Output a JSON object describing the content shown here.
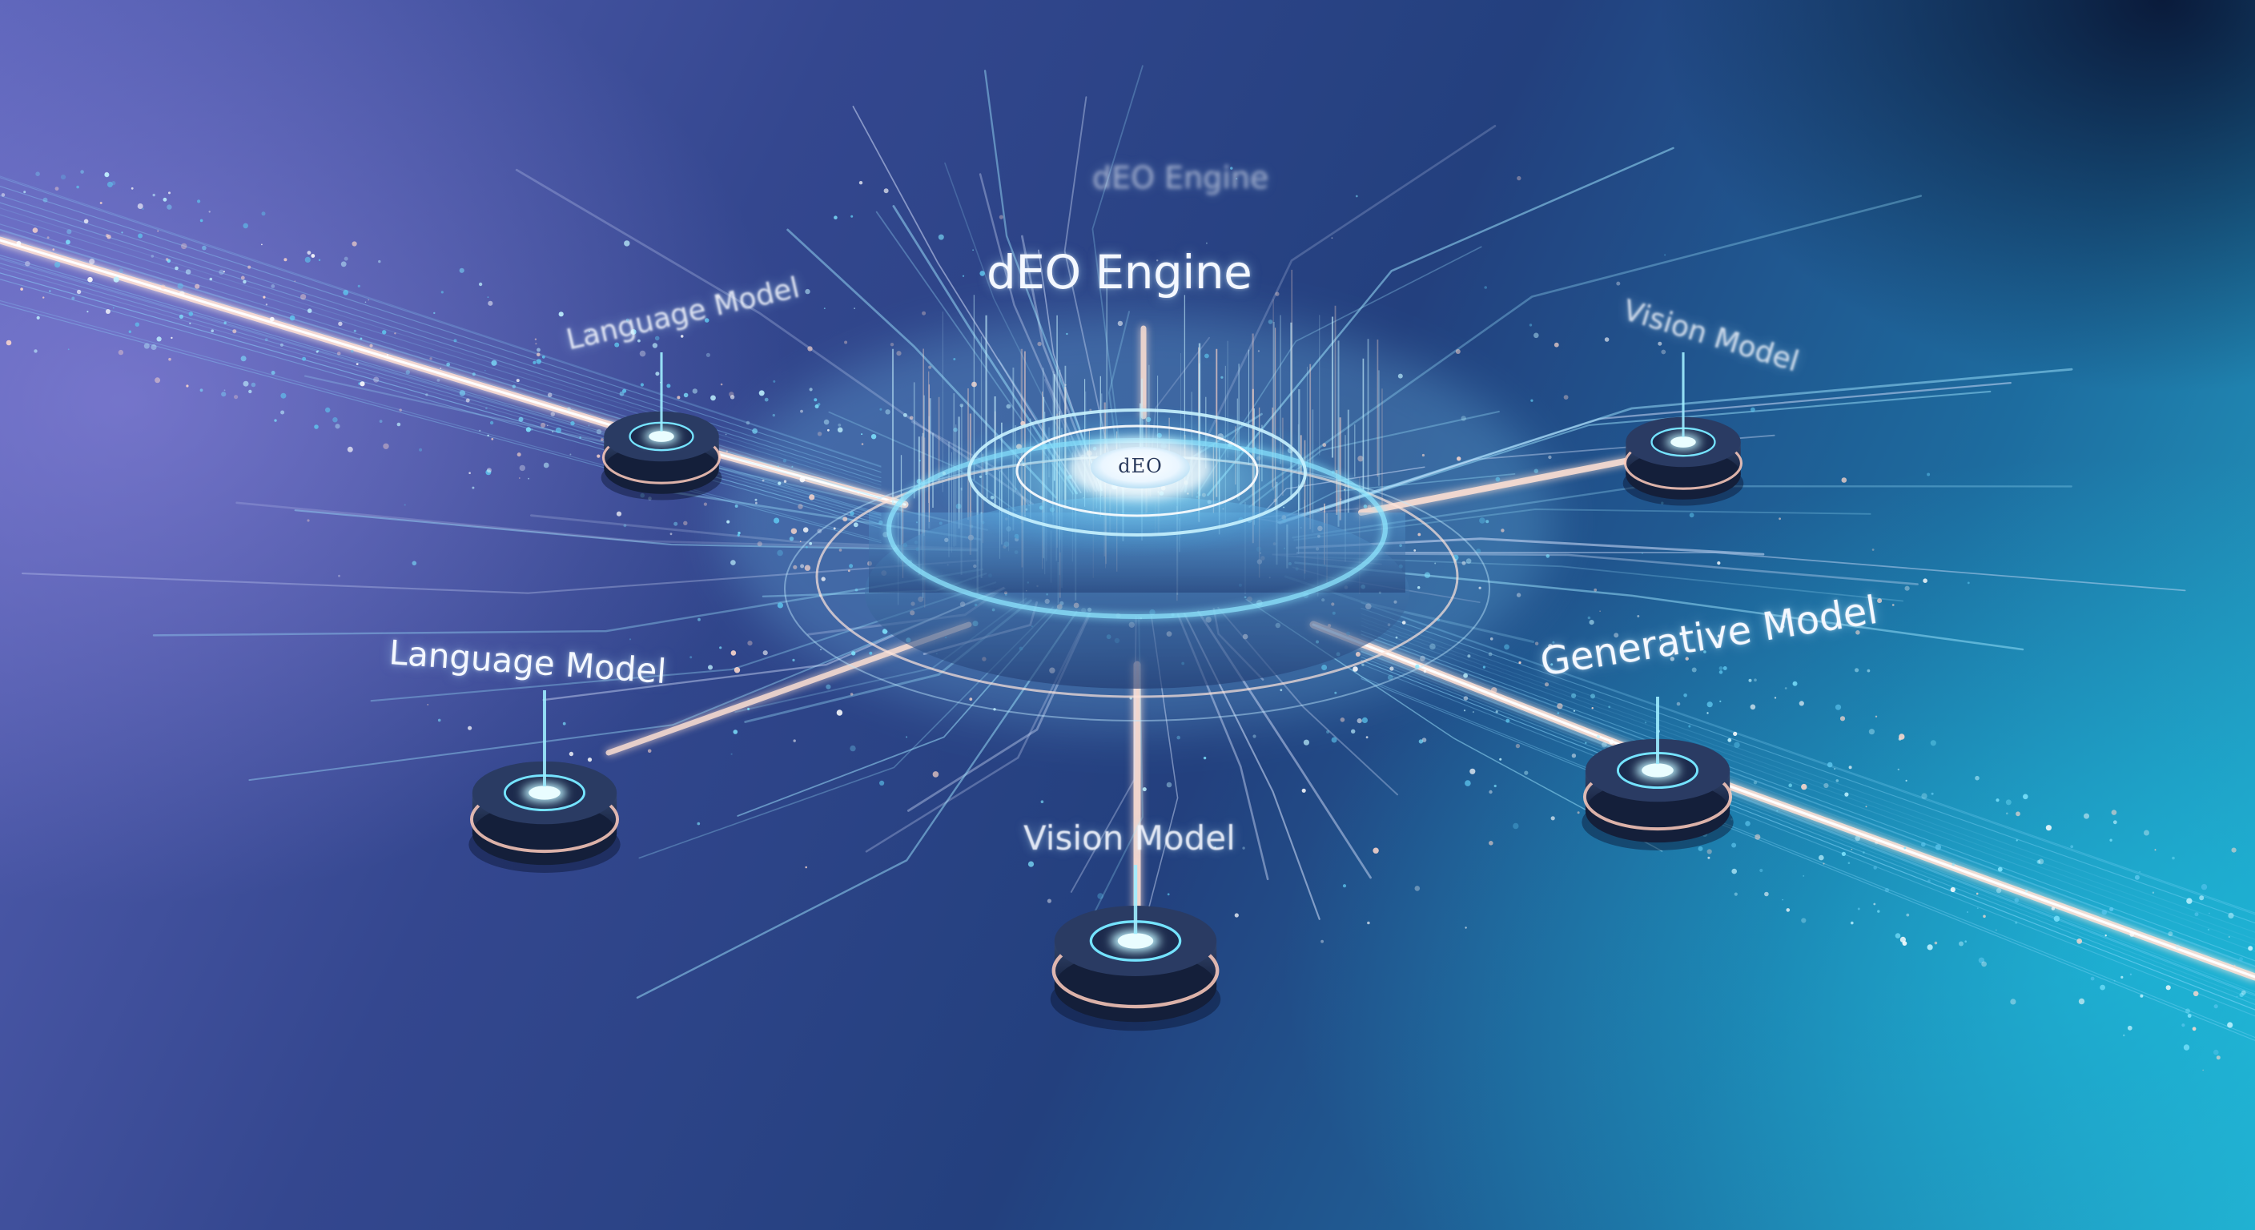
{
  "diagram": {
    "hub": {
      "title": "dEO Engine",
      "title_echo": "dEO Engine",
      "core_label": "dEO"
    },
    "nodes": [
      {
        "id": "language-back",
        "label": "Language Model"
      },
      {
        "id": "vision-back",
        "label": "Vision Model"
      },
      {
        "id": "language-front",
        "label": "Language Model"
      },
      {
        "id": "generative",
        "label": "Generative Model"
      },
      {
        "id": "vision-front",
        "label": "Vision Model"
      }
    ]
  },
  "colors": {
    "background_left": "#5a63b8",
    "background_mid": "#23407e",
    "background_right": "#23aacb",
    "glow_cyan": "#6fe6ff",
    "glow_warm": "#ffd2c2",
    "node_body": "#1f2d4e",
    "label_text": "#f4f8ff"
  }
}
